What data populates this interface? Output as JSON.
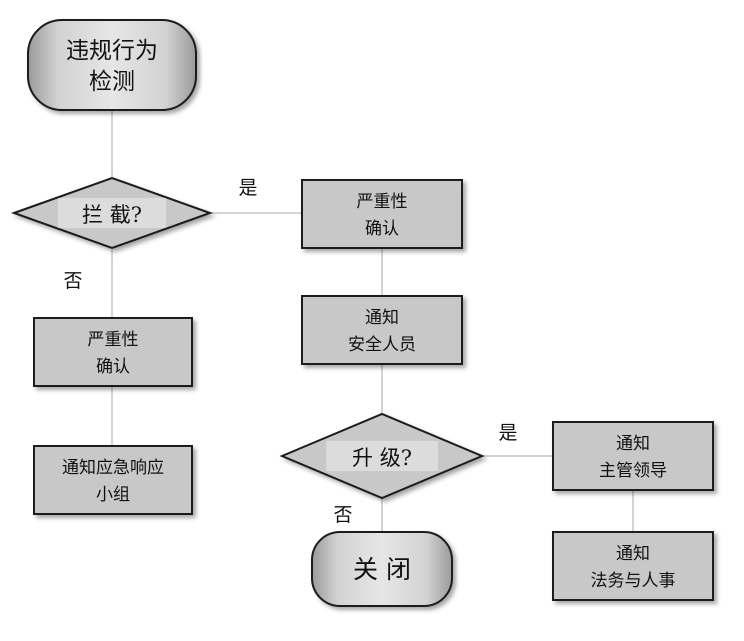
{
  "nodes": {
    "start": {
      "line1": "违规行为",
      "line2": "检测"
    },
    "intercept": {
      "label": "拦 截?"
    },
    "confirm_left": {
      "line1": "严重性",
      "line2": "确认"
    },
    "notify_team": {
      "line1": "通知应急响应",
      "line2": "小组"
    },
    "confirm_right": {
      "line1": "严重性",
      "line2": "确认"
    },
    "notify_sec": {
      "line1": "通知",
      "line2": "安全人员"
    },
    "escalate": {
      "label": "升 级?"
    },
    "close": {
      "label": "关 闭"
    },
    "notify_mgr": {
      "line1": "通知",
      "line2": "主管领导"
    },
    "notify_legal": {
      "line1": "通知",
      "line2": "法务与人事"
    }
  },
  "edges": {
    "yes1": "是",
    "no1": "否",
    "yes2": "是",
    "no2": "否"
  },
  "colors": {
    "fill": "#c8c8c8",
    "fill_dark": "#a9a9a9",
    "border": "#1a1a1a",
    "connector": "#d4d4d4"
  }
}
